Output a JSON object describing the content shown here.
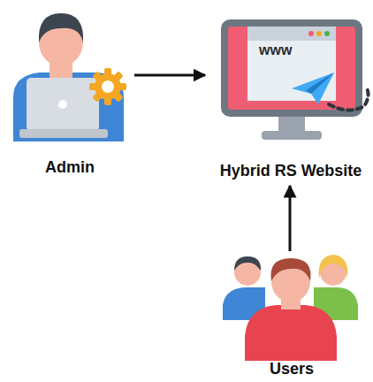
{
  "diagram": {
    "nodes": [
      {
        "text": [
          "Admin"
        ]
      },
      {
        "text": [
          "Hybrid RS Website"
        ]
      },
      {
        "text": [
          "Users"
        ]
      }
    ],
    "edges": [
      {
        "from": 0,
        "to": 1,
        "arrow": "to"
      },
      {
        "from": 2,
        "to": 1,
        "arrow": "to"
      }
    ],
    "labels": [
      "www"
    ]
  }
}
